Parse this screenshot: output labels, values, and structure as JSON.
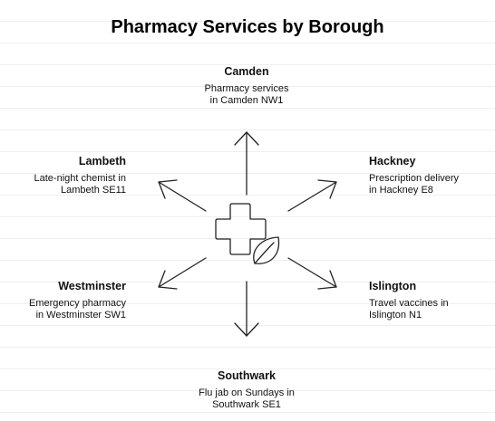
{
  "title": "Pharmacy Services by Borough",
  "nodes": {
    "camden": {
      "name": "Camden",
      "desc": "Pharmacy services in Camden NW1"
    },
    "hackney": {
      "name": "Hackney",
      "desc": "Prescription delivery in Hackney E8"
    },
    "islington": {
      "name": "Islington",
      "desc": "Travel vaccines in Islington N1"
    },
    "southwark": {
      "name": "Southwark",
      "desc": "Flu jab on Sundays in Southwark SE1"
    },
    "westminster": {
      "name": "Westminster",
      "desc": "Emergency pharmacy in Westminster SW1"
    },
    "lambeth": {
      "name": "Lambeth",
      "desc": "Late-night chemist in Lambeth SE11"
    }
  },
  "icons": {
    "center": [
      "medical-cross-icon",
      "leaf-icon"
    ]
  },
  "colors": {
    "stroke": "#222222",
    "text": "#111111",
    "rule": "#efefef"
  }
}
